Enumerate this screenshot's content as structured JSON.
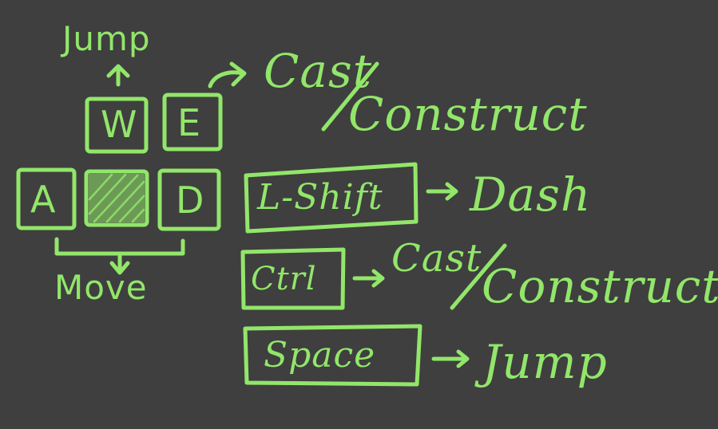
{
  "keys": {
    "w": "W",
    "e": "E",
    "a": "A",
    "d": "D",
    "shift": "L-Shift",
    "ctrl": "Ctrl",
    "space": "Space"
  },
  "labels": {
    "w_action": "Jump",
    "move": "Move",
    "e_action_1": "Cast",
    "e_action_2": "Construct",
    "shift_action": "Dash",
    "ctrl_action_1": "Cast",
    "ctrl_action_2": "Construct",
    "space_action": "Jump"
  },
  "colors": {
    "background": "#3f3f3f",
    "ink": "#92e66a"
  }
}
